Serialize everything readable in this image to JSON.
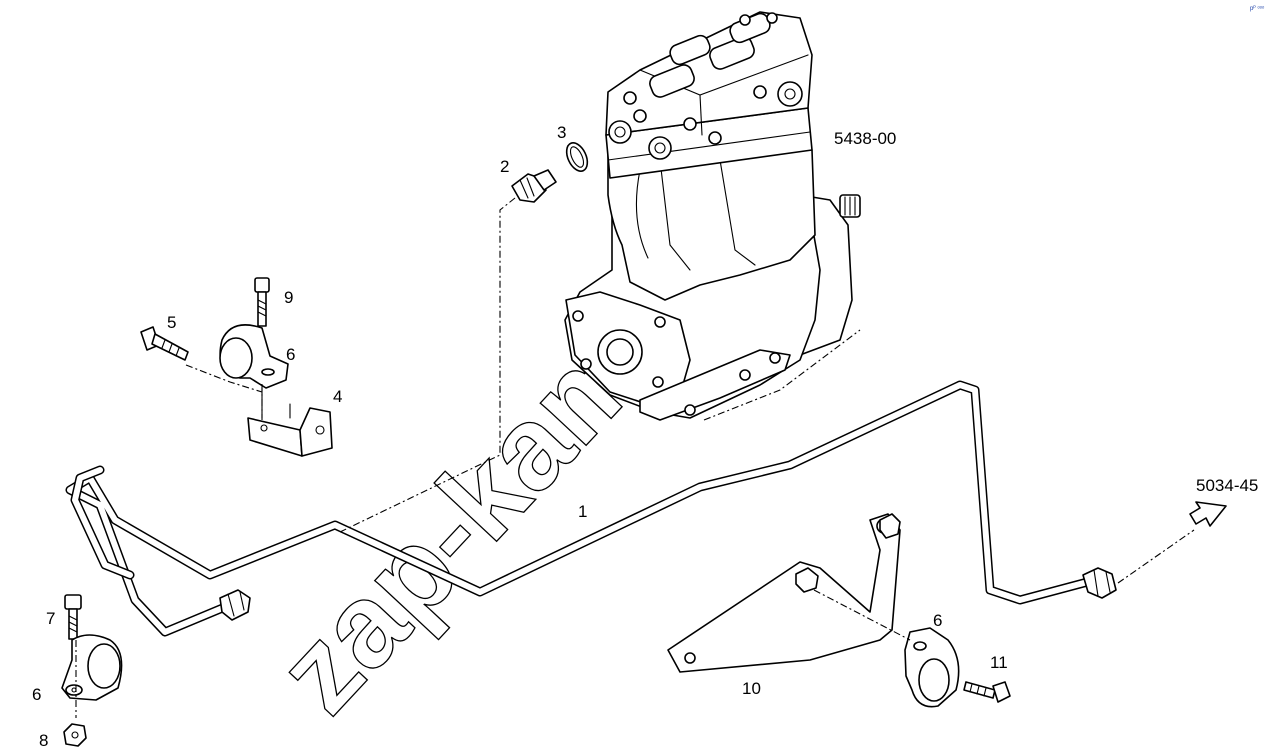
{
  "watermark": "zap-kam.ru",
  "corner_note": "pᴾ ᵒᵒᵒ",
  "references": {
    "compressor": "5438-00",
    "continuation": "5034-45"
  },
  "callouts": {
    "p1": "1",
    "p2": "2",
    "p3": "3",
    "p4": "4",
    "p5": "5",
    "p6_top": "6",
    "p6_left": "6",
    "p6_right": "6",
    "p7": "7",
    "p8": "8",
    "p9": "9",
    "p10": "10",
    "p11": "11"
  }
}
